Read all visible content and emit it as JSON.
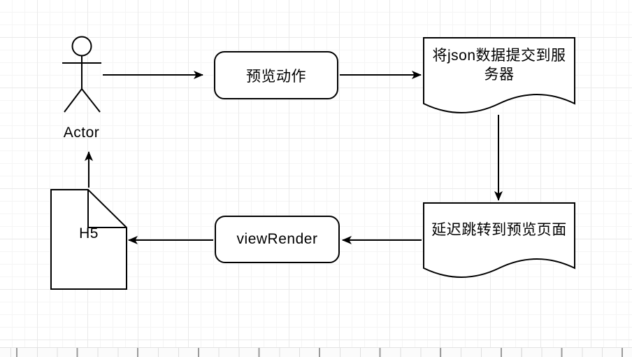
{
  "canvas": {
    "colors": {
      "stroke": "#000000",
      "shape_fill": "#ffffff",
      "grid_minor": "#f5f5f5",
      "grid_major": "#eaeaea",
      "text": "#000000"
    }
  },
  "nodes": {
    "actor": {
      "label": "Actor"
    },
    "preview_action": {
      "label": "预览动作"
    },
    "submit_json_doc": {
      "label": "将json数据提交到服务器",
      "line1": "将json数据提交到服",
      "line2": "务器"
    },
    "delay_redirect_doc": {
      "label": "延迟跳转到预览页面"
    },
    "view_render": {
      "label": "viewRender"
    },
    "h5_page": {
      "label": "H5"
    }
  }
}
